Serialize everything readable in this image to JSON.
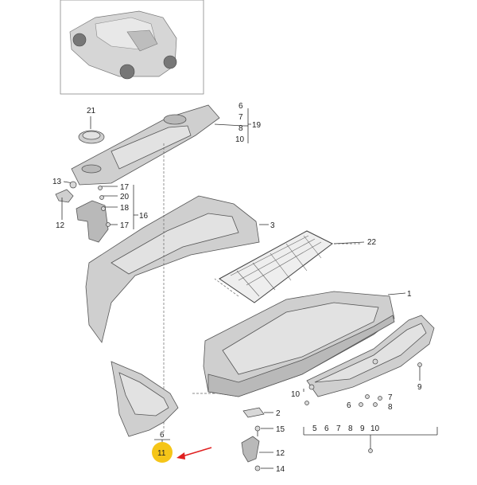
{
  "thumbnail": {
    "icon": "car-icon"
  },
  "labels": {
    "l21": "21",
    "l6a": "6",
    "l7a": "7",
    "l8a": "8",
    "l10a": "10",
    "l19": "19",
    "l13": "13",
    "l17a": "17",
    "l20": "20",
    "l18": "18",
    "l16": "16",
    "l12a": "12",
    "l17b": "17",
    "l3": "3",
    "l22": "22",
    "l1": "1",
    "l10b": "10",
    "l7b": "7",
    "l6b": "6",
    "l8b": "8",
    "l9": "9",
    "l2": "2",
    "l15": "15",
    "l12b": "12",
    "l14": "14",
    "l6c": "6",
    "l11": "11"
  },
  "bottom_row": {
    "values": [
      "5",
      "6",
      "7",
      "8",
      "9",
      "10"
    ]
  },
  "highlight": {
    "part": "11",
    "color": "#f5c518",
    "arrow_color": "#e02020"
  }
}
